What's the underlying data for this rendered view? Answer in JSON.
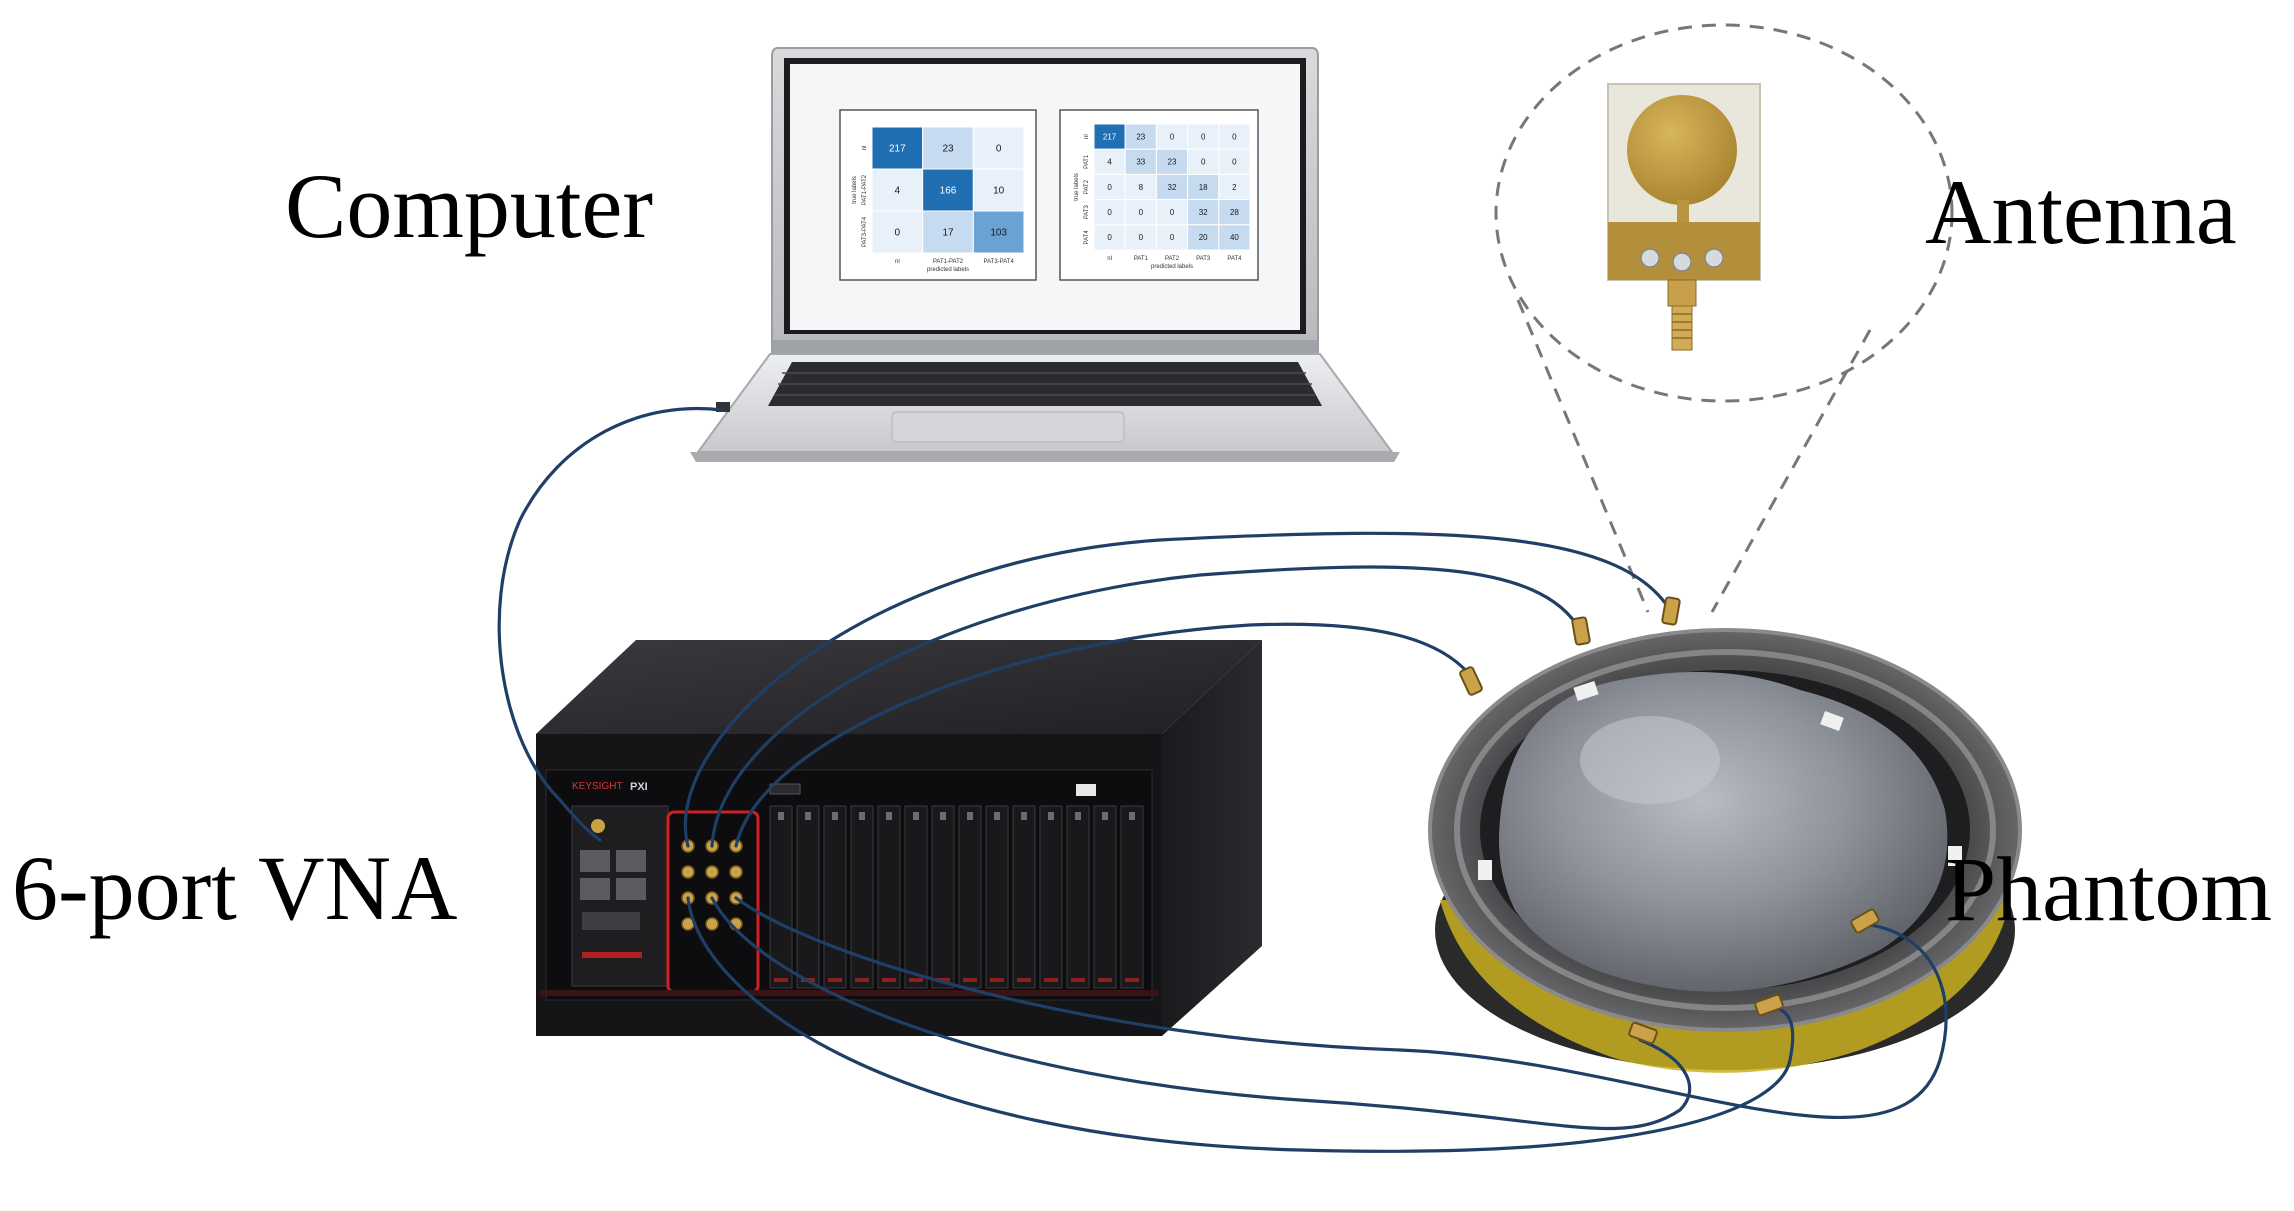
{
  "labels": {
    "computer": "Computer",
    "antenna": "Antenna",
    "vna": "6-port VNA",
    "phantom": "Phantom"
  },
  "confusion_matrix_left": {
    "y_label": "true labels",
    "x_label": "predicted labels",
    "row_labels": [
      "nl",
      "PAT1-PAT2",
      "PAT3-PAT4"
    ],
    "col_labels": [
      "nl",
      "PAT1-PAT2",
      "PAT3-PAT4"
    ],
    "values": [
      [
        217,
        23,
        0
      ],
      [
        4,
        166,
        10
      ],
      [
        0,
        17,
        103
      ]
    ]
  },
  "confusion_matrix_right": {
    "y_label": "true labels",
    "x_label": "predicted labels",
    "row_labels": [
      "nl",
      "PAT1",
      "PAT2",
      "PAT3",
      "PAT4"
    ],
    "col_labels": [
      "nl",
      "PAT1",
      "PAT2",
      "PAT3",
      "PAT4"
    ],
    "values": [
      [
        217,
        23,
        0,
        0,
        0
      ],
      [
        4,
        33,
        23,
        0,
        0
      ],
      [
        0,
        8,
        32,
        18,
        2
      ],
      [
        0,
        0,
        0,
        32,
        28
      ],
      [
        0,
        0,
        0,
        20,
        40
      ]
    ]
  },
  "vna_panel": {
    "brand": "KEYSIGHT",
    "chassis": "PXI"
  },
  "colors": {
    "cable": "#1f3f66",
    "cm_strong": "#1f6fb2",
    "cm_mid": "#6aa3d3",
    "cm_light": "#c6dbef",
    "cm_pale": "#e8f1f9",
    "antenna_gold": "#c9a24a",
    "highlight_red": "#d02020"
  }
}
